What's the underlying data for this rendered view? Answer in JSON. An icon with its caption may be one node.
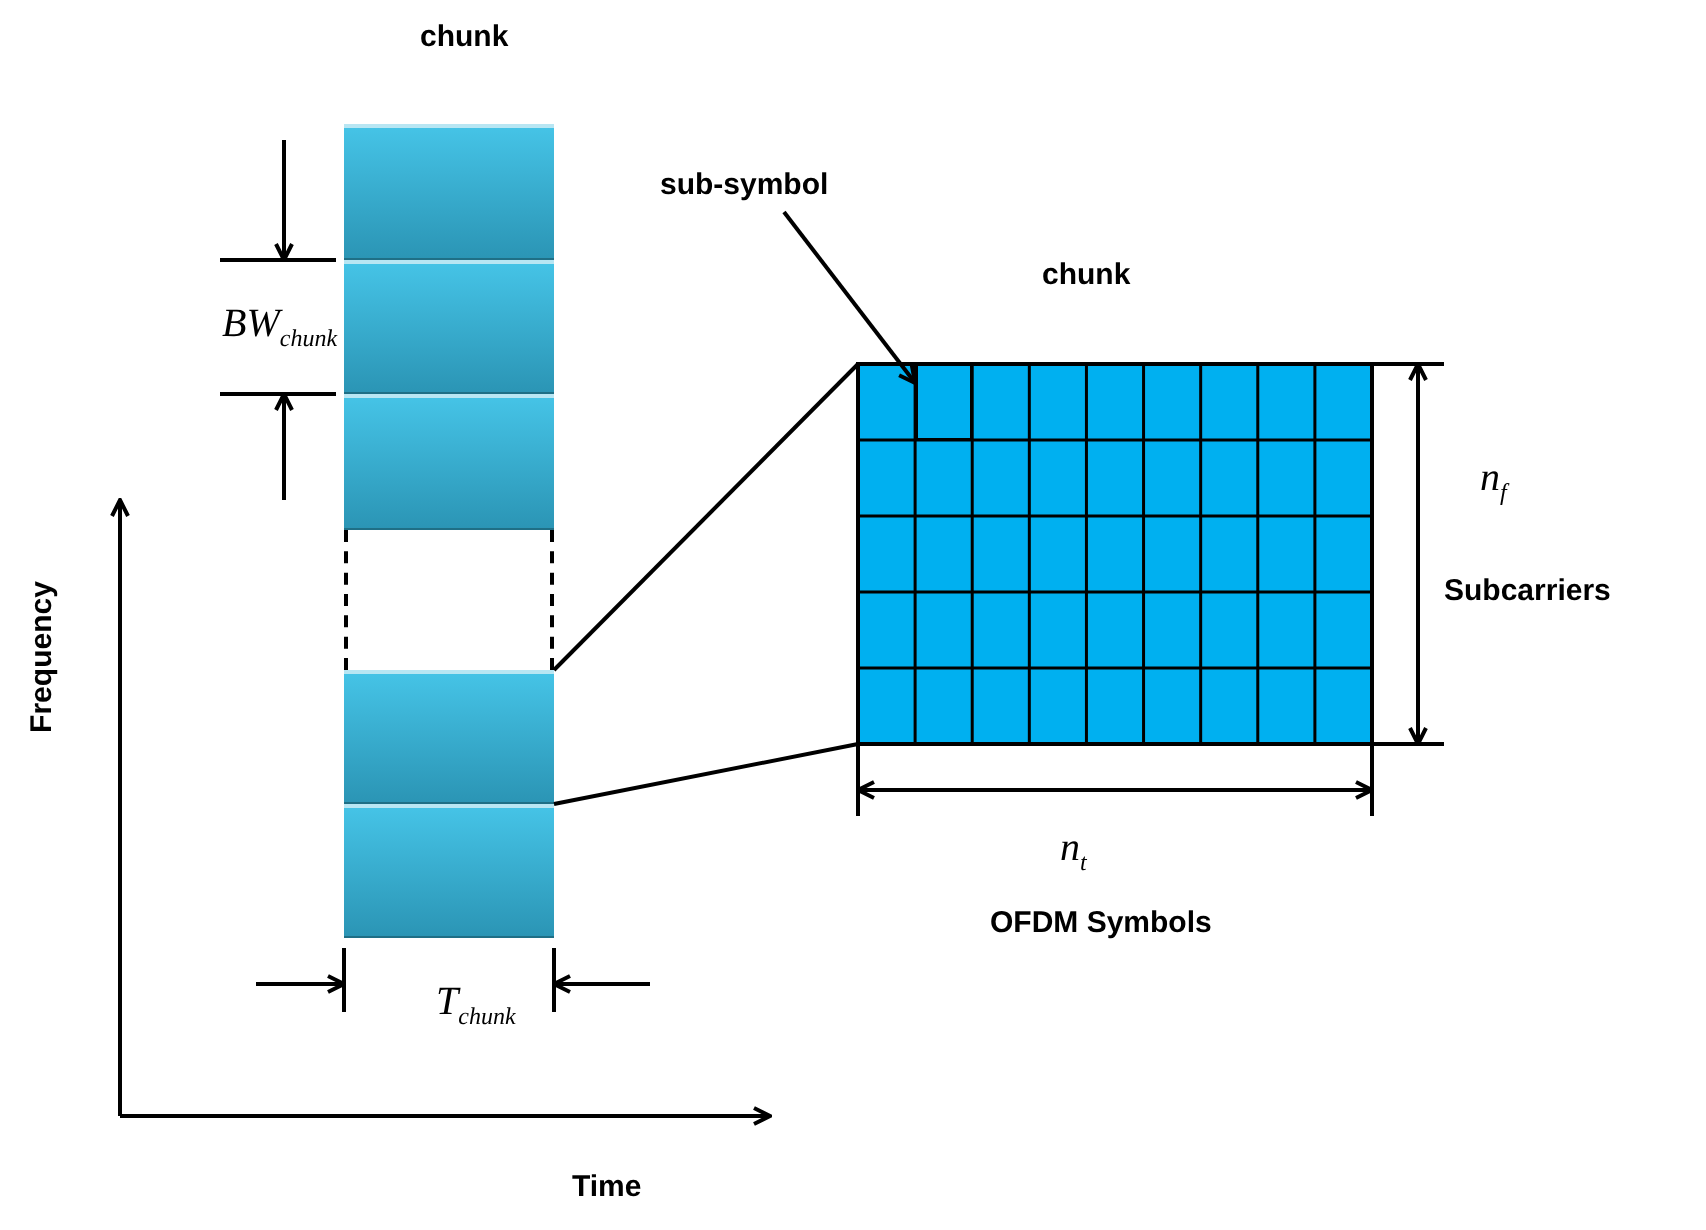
{
  "diagram": {
    "nodes": [
      {
        "text": [
          "chunk"
        ]
      },
      {
        "text": [],
        "shape": "box",
        "in": 0
      },
      {
        "text": [],
        "shape": "box",
        "in": 0
      },
      {
        "text": [],
        "shape": "box",
        "in": 0
      },
      {
        "text": [],
        "shape": "box",
        "in": 0
      },
      {
        "text": [],
        "shape": "box",
        "in": 0
      },
      {
        "text": [],
        "shape": "box",
        "in": 0
      },
      {
        "text": [
          "chunk"
        ]
      },
      {
        "text": [],
        "shape": "box",
        "in": 7
      },
      {
        "text": [
          "sub-symbol"
        ]
      }
    ],
    "edges": [
      {
        "from": 5,
        "to": 7,
        "arrow": "none"
      },
      {
        "from": 6,
        "to": 7,
        "arrow": "none"
      },
      {
        "from": 9,
        "to": 8,
        "arrow": "to"
      }
    ],
    "labels": [
      "BW$_{chunk}$",
      "T$_{chunk}$",
      "Frequency",
      "Time",
      "n$_{f}$",
      "Subcarriers",
      "n$_{t}$",
      "OFDM Symbols"
    ]
  }
}
